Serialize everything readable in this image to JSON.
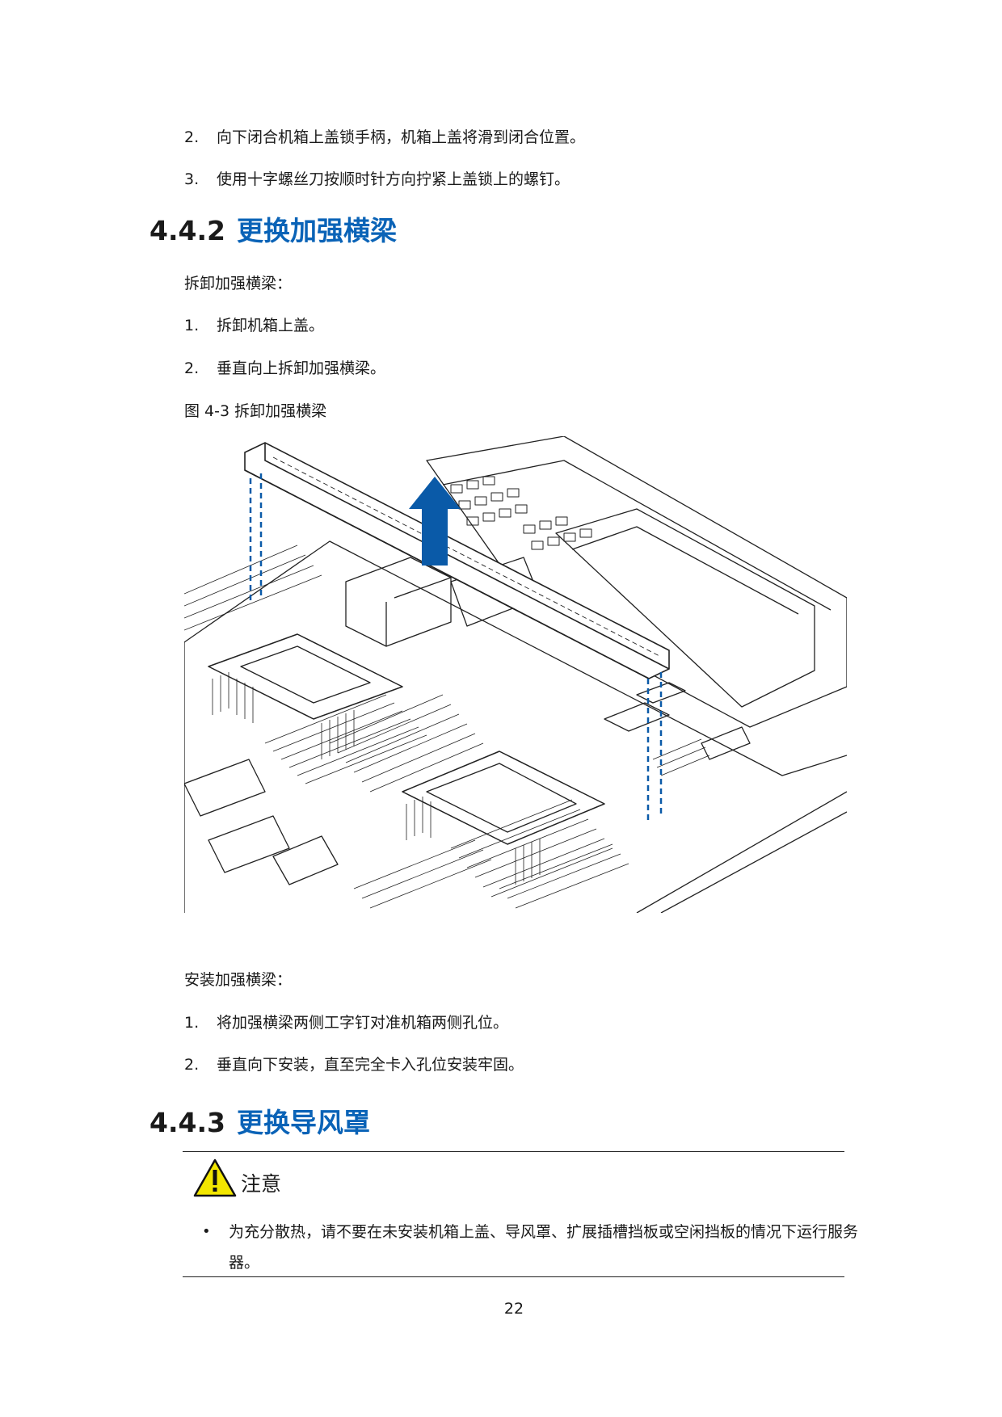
{
  "steps_close": [
    {
      "num": "2.",
      "text": "向下闭合机箱上盖锁手柄，机箱上盖将滑到闭合位置。"
    },
    {
      "num": "3.",
      "text": "使用十字螺丝刀按顺时针方向拧紧上盖锁上的螺钉。"
    }
  ],
  "section_442": {
    "number": "4.4.2",
    "title": "更换加强横梁"
  },
  "remove_intro": "拆卸加强横梁：",
  "remove_steps": [
    {
      "num": "1.",
      "text": "拆卸机箱上盖。"
    },
    {
      "num": "2.",
      "text": "垂直向上拆卸加强横梁。"
    }
  ],
  "figure_caption": "图 4-3  拆卸加强横梁",
  "install_intro": "安装加强横梁：",
  "install_steps": [
    {
      "num": "1.",
      "text": "将加强横梁两侧工字钉对准机箱两侧孔位。"
    },
    {
      "num": "2.",
      "text": "垂直向下安装，直至完全卡入孔位安装牢固。"
    }
  ],
  "section_443": {
    "number": "4.4.3",
    "title": "更换导风罩"
  },
  "caution": {
    "title": "注意",
    "bullet": "为充分散热，请不要在未安装机箱上盖、导风罩、扩展插槽挡板或空闲挡板的情况下运行服务器。"
  },
  "page_number": "22",
  "colors": {
    "heading_blue": "#0a63b7",
    "arrow_blue": "#0a5aa8",
    "warning_yellow": "#f2e600"
  }
}
